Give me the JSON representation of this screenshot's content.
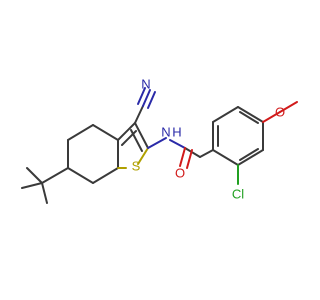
{
  "molecule": {
    "atoms": {
      "n_cyano": "N",
      "n_amide": "N",
      "h_amide": "H",
      "s_thiophene": "S",
      "o_carbonyl": "O",
      "o_methoxy": "O",
      "cl": "Cl"
    },
    "colors": {
      "bond": "#3a3a3a",
      "nitrogen": "#2a2aa8",
      "oxygen": "#d11a1a",
      "sulfur": "#b0a000",
      "chlorine": "#21a021"
    }
  }
}
